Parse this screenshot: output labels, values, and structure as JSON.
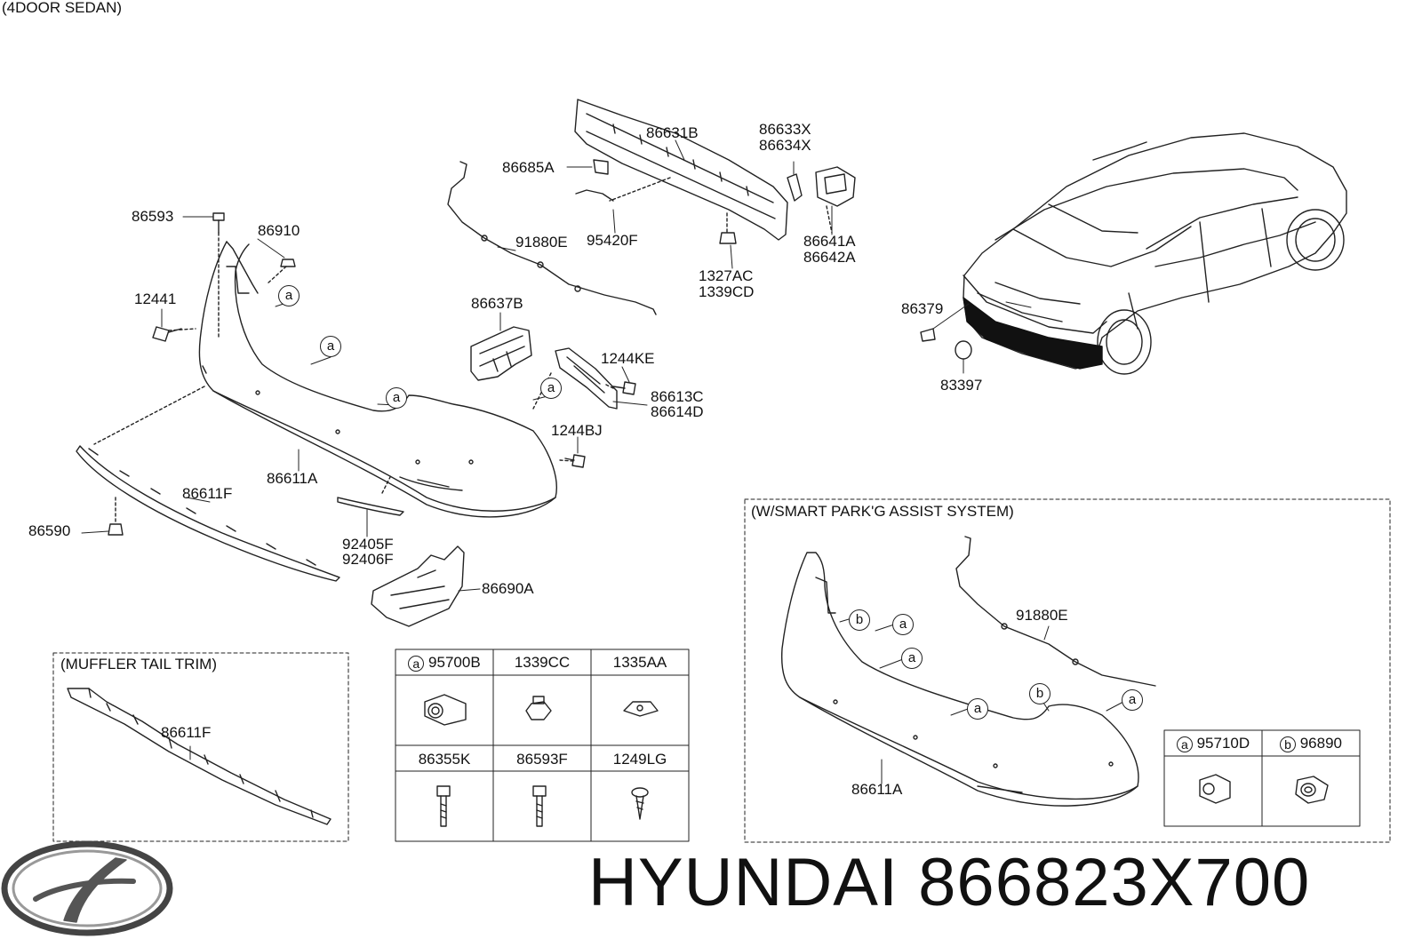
{
  "header": {
    "variant": "(4DOOR SEDAN)"
  },
  "brand": {
    "text": "HYUNDAI 866823X700"
  },
  "main_labels": {
    "p86631B": "86631B",
    "p86633X": "86633X",
    "p86634X": "86634X",
    "p86685A": "86685A",
    "p86593": "86593",
    "p86910": "86910",
    "p91880E": "91880E",
    "p95420F": "95420F",
    "p86641A": "86641A",
    "p86642A": "86642A",
    "p1327AC": "1327AC",
    "p1339CD": "1339CD",
    "p12441": "12441",
    "p86637B": "86637B",
    "p1244KE": "1244KE",
    "p86613C": "86613C",
    "p86614D": "86614D",
    "p1244BJ": "1244BJ",
    "p86611A": "86611A",
    "p86611F": "86611F",
    "p86590": "86590",
    "p92405F": "92405F",
    "p92406F": "92406F",
    "p86690A": "86690A",
    "p86379": "86379",
    "p83397": "83397"
  },
  "callouts": {
    "a": "a",
    "b": "b"
  },
  "muffler_section": {
    "title": "(MUFFLER TAIL TRIM)",
    "part": "86611F"
  },
  "smart_section": {
    "title": "(W/SMART PARK'G ASSIST SYSTEM)",
    "wire": "91880E",
    "bumper": "86611A"
  },
  "parts_table": {
    "row1": [
      {
        "mark": "a",
        "code": "95700B"
      },
      {
        "mark": "",
        "code": "1339CC"
      },
      {
        "mark": "",
        "code": "1335AA"
      }
    ],
    "row2": [
      {
        "mark": "",
        "code": "86355K"
      },
      {
        "mark": "",
        "code": "86593F"
      },
      {
        "mark": "",
        "code": "1249LG"
      }
    ]
  },
  "sensor_table": [
    {
      "mark": "a",
      "code": "95710D"
    },
    {
      "mark": "b",
      "code": "96890"
    }
  ]
}
